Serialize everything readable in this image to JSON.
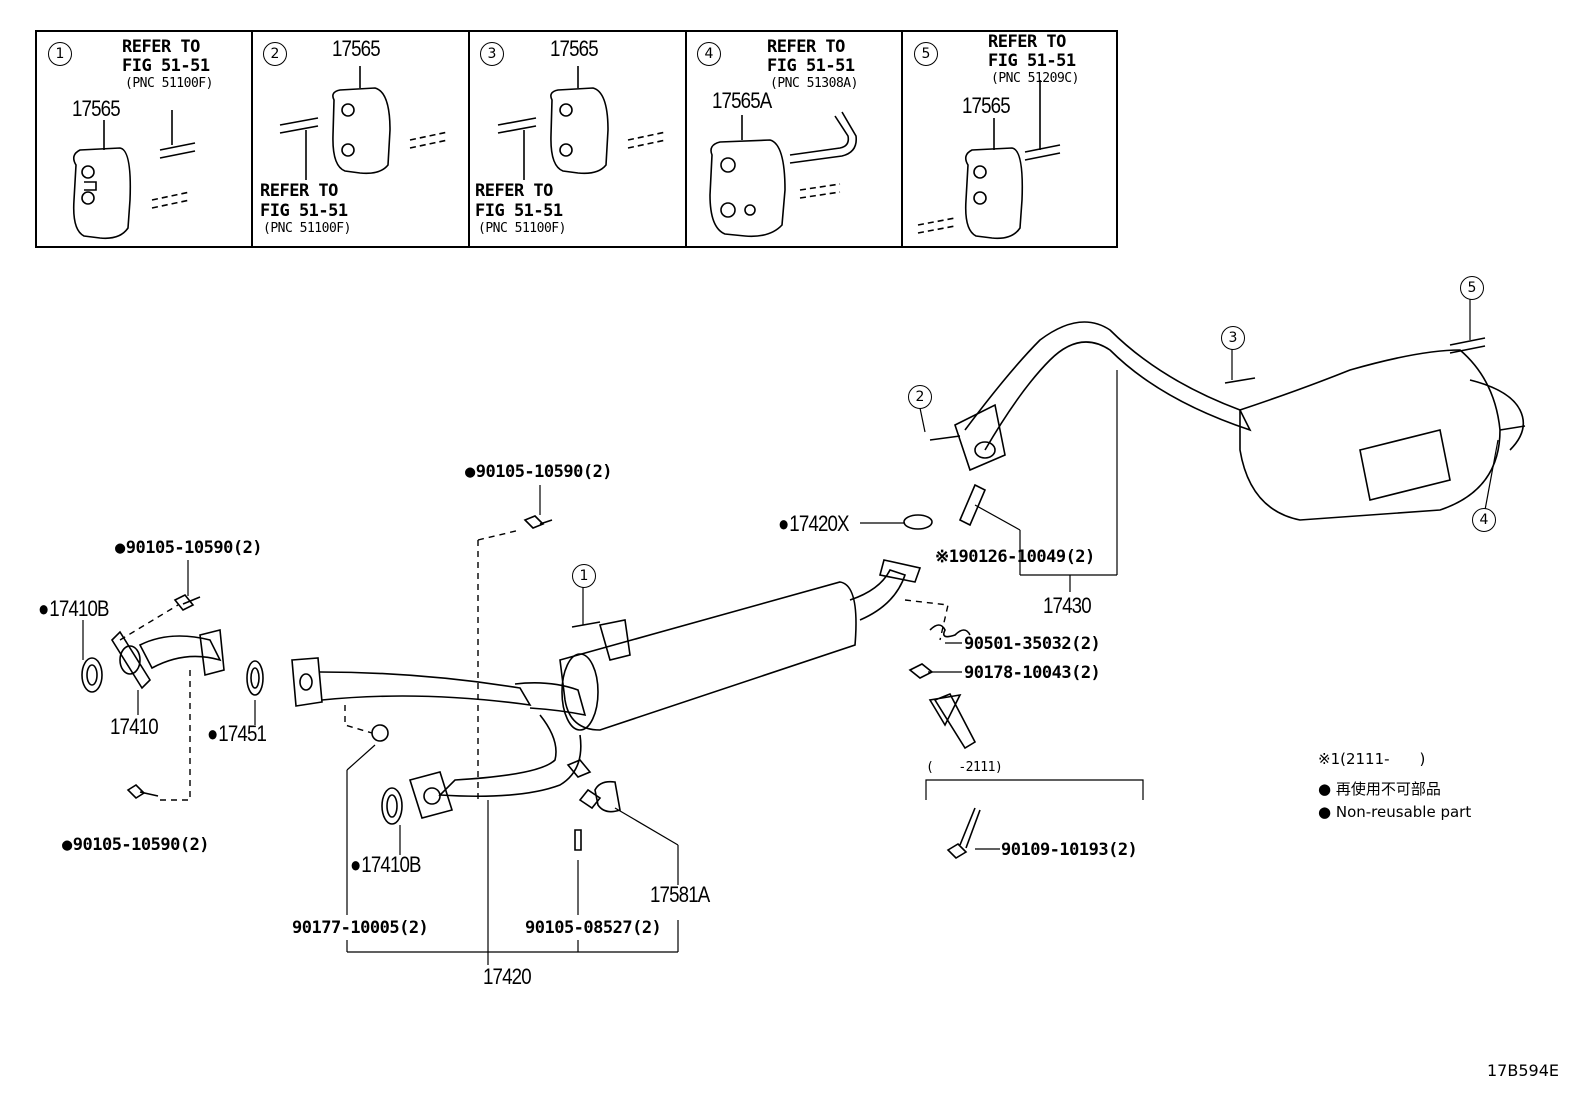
{
  "inset": {
    "panels": [
      {
        "num": "1",
        "refer": "REFER TO",
        "fig": "FIG 51-51",
        "pnc": "(PNC 51100F)",
        "part": "17565"
      },
      {
        "num": "2",
        "refer": "REFER TO",
        "fig": "FIG 51-51",
        "pnc": "(PNC 51100F)",
        "part": "17565"
      },
      {
        "num": "3",
        "refer": "REFER TO",
        "fig": "FIG 51-51",
        "pnc": "(PNC 51100F)",
        "part": "17565"
      },
      {
        "num": "4",
        "refer": "REFER TO",
        "fig": "FIG 51-51",
        "pnc": "(PNC 51308A)",
        "part": "17565A"
      },
      {
        "num": "5",
        "refer": "REFER TO",
        "fig": "FIG 51-51",
        "pnc": "(PNC 51209C)",
        "part": "17565"
      }
    ]
  },
  "labels": {
    "bolt_top": "90105-10590(2)",
    "bolt_left_top": "90105-10590(2)",
    "gasket_17410B_top": "17410B",
    "pipe_17410": "17410",
    "gasket_17451": "17451",
    "bolt_left_bottom": "90105-10590(2)",
    "gasket_17410B_bottom": "17410B",
    "nut_90177": "90177-10005(2)",
    "bolt_90105_08527": "90105-08527(2)",
    "hanger_17581A": "17581A",
    "pipe_17420": "17420",
    "gasket_17420X": "17420X",
    "stud_190126": "※190126-10049(2)",
    "tailpipe_17430": "17430",
    "spring_90501": "90501-35032(2)",
    "nut_90178": "90178-10043(2)",
    "range_label": "(　　-2111)",
    "bolt_90109": "90109-10193(2)"
  },
  "callouts": {
    "c1": "1",
    "c2": "2",
    "c3": "3",
    "c4": "4",
    "c5": "5"
  },
  "legend": {
    "note": "※1(2111-　　)",
    "jp": "再使用不可部品",
    "en": "Non-reusable part"
  },
  "figure_code": "17B594E"
}
